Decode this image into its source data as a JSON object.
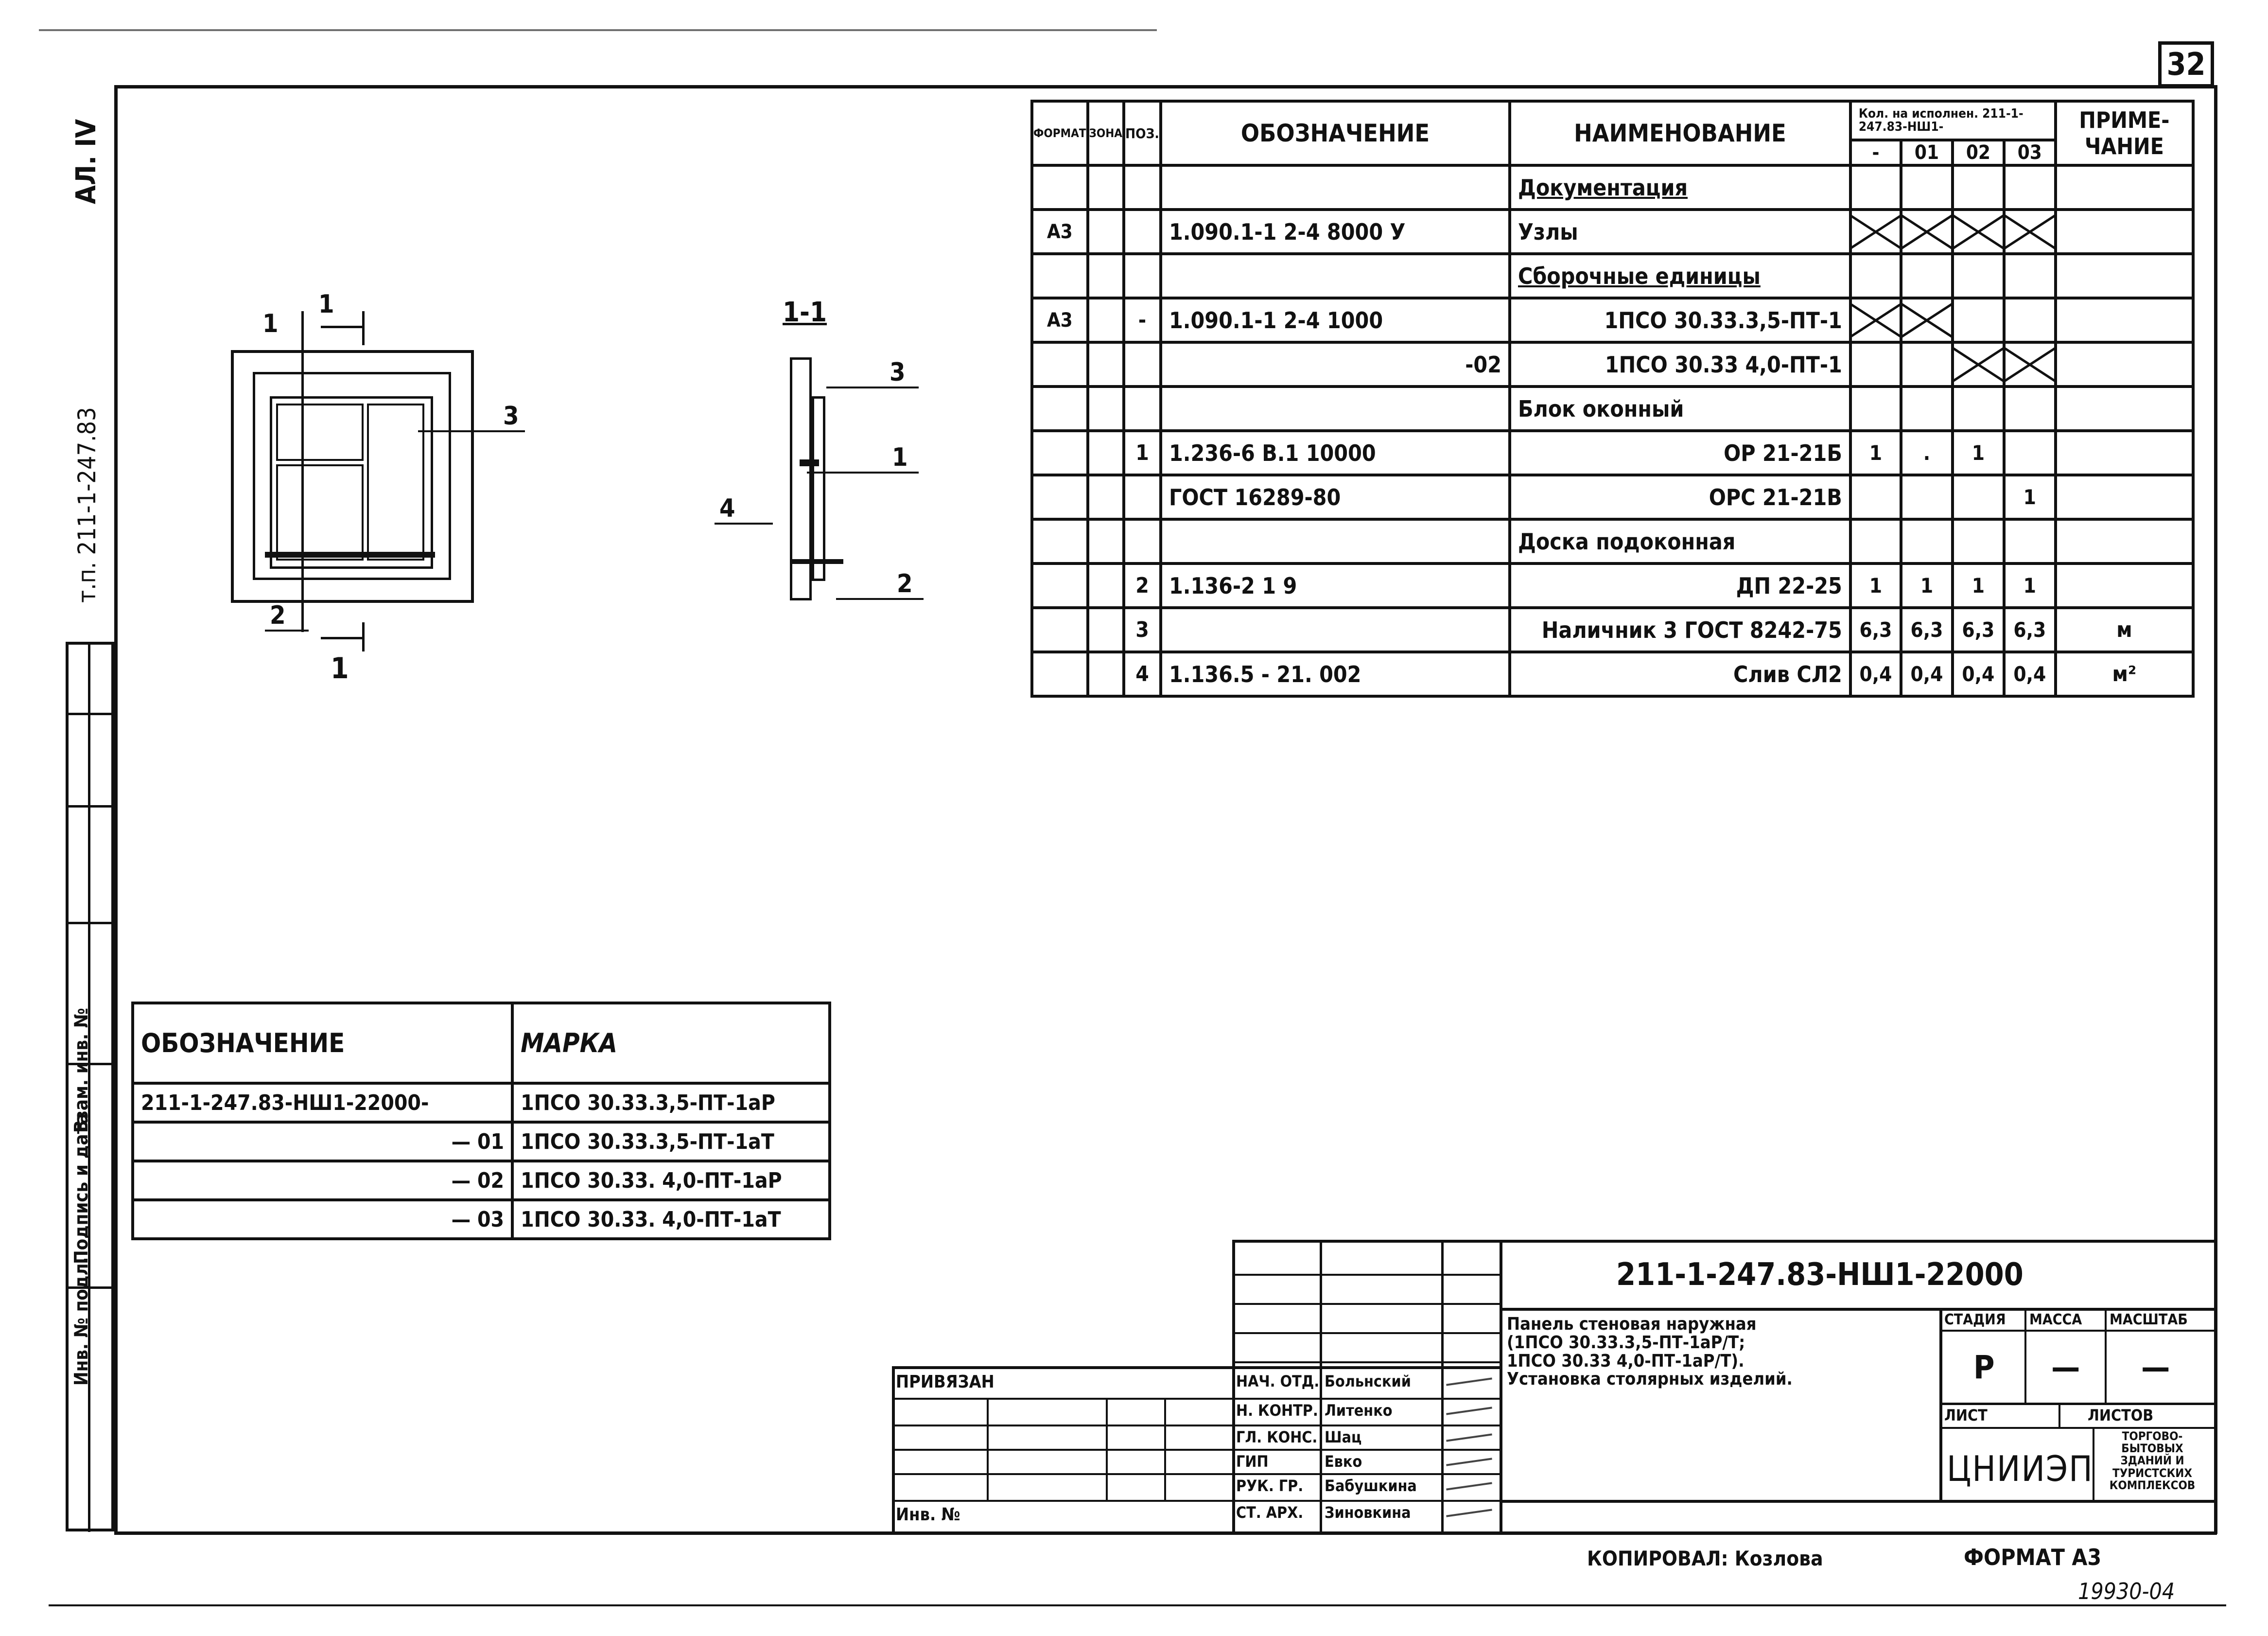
{
  "sheet": {
    "sheet_number": "32",
    "project_code_vertical": "т.п. 211-1-247.83",
    "album_vertical": "АЛ. IV",
    "side_stamp_labels": [
      "Инв. № подл.",
      "Подпись и дата",
      "Взам. инв. №"
    ],
    "copied_by": "КОПИРОВАЛ: Козлова",
    "format": "ФОРМАТ А3",
    "archive_number": "19930-04"
  },
  "drawing": {
    "section_label": "1-1",
    "elevation_marks": [
      "1",
      "1",
      "1",
      "2",
      "3"
    ],
    "section_marks": [
      "3",
      "1",
      "4",
      "2"
    ]
  },
  "spec_table": {
    "headers": {
      "format": "ФОРМАТ",
      "zone": "ЗОНА",
      "pos": "ПОЗ.",
      "designation": "ОБОЗНАЧЕНИЕ",
      "name": "НАИМЕНОВАНИЕ",
      "qty_title": "Кол. на исполнен. 211-1-247.83-НШ1-",
      "qty_cols": [
        "-",
        "01",
        "02",
        "03"
      ],
      "note": "ПРИМЕ-ЧАНИЕ"
    },
    "rows": [
      {
        "format": "",
        "zone": "",
        "pos": "",
        "designation": "",
        "name": "Документация",
        "qty": [
          "",
          "",
          "",
          ""
        ],
        "note": ""
      },
      {
        "format": "А3",
        "zone": "",
        "pos": "",
        "designation": "1.090.1-1 2-4 8000 У",
        "name": "Узлы",
        "qty": [
          "X",
          "X",
          "X",
          "X"
        ],
        "note": ""
      },
      {
        "format": "",
        "zone": "",
        "pos": "",
        "designation": "",
        "name": "Сборочные единицы",
        "qty": [
          "",
          "",
          "",
          ""
        ],
        "note": ""
      },
      {
        "format": "А3",
        "zone": "",
        "pos": "-",
        "designation": "1.090.1-1 2-4 1000",
        "name": "1ПСО 30.33.3,5-ПТ-1",
        "qty": [
          "X",
          "X",
          "",
          ""
        ],
        "note": ""
      },
      {
        "format": "",
        "zone": "",
        "pos": "",
        "designation": "-02",
        "name": "1ПСО 30.33 4,0-ПТ-1",
        "qty": [
          "",
          "",
          "X",
          "X"
        ],
        "note": ""
      },
      {
        "format": "",
        "zone": "",
        "pos": "",
        "designation": "",
        "name": "Блок оконный",
        "qty": [
          "",
          "",
          "",
          ""
        ],
        "note": ""
      },
      {
        "format": "",
        "zone": "",
        "pos": "1",
        "designation": "1.236-6 В.1 10000",
        "name": "ОР 21-21Б",
        "qty": [
          "1",
          ".",
          "1",
          ""
        ],
        "note": ""
      },
      {
        "format": "",
        "zone": "",
        "pos": "",
        "designation": "ГОСТ 16289-80",
        "name": "ОРС 21-21В",
        "qty": [
          "",
          "",
          "",
          "1"
        ],
        "note": ""
      },
      {
        "format": "",
        "zone": "",
        "pos": "",
        "designation": "",
        "name": "Доска подоконная",
        "qty": [
          "",
          "",
          "",
          ""
        ],
        "note": ""
      },
      {
        "format": "",
        "zone": "",
        "pos": "2",
        "designation": "1.136-2 1 9",
        "name": "ДП 22-25",
        "qty": [
          "1",
          "1",
          "1",
          "1"
        ],
        "note": ""
      },
      {
        "format": "",
        "zone": "",
        "pos": "3",
        "designation": "",
        "name": "Наличник 3 ГОСТ 8242-75",
        "qty": [
          "6,3",
          "6,3",
          "6,3",
          "6,3"
        ],
        "note": "м"
      },
      {
        "format": "",
        "zone": "",
        "pos": "4",
        "designation": "1.136.5 - 21. 002",
        "name": "Слив СЛ2",
        "qty": [
          "0,4",
          "0,4",
          "0,4",
          "0,4"
        ],
        "note": "м²"
      }
    ]
  },
  "mark_table": {
    "headers": [
      "ОБОЗНАЧЕНИЕ",
      "МАРКА"
    ],
    "rows": [
      {
        "designation": "211-1-247.83-НШ1-22000-",
        "mark": "1ПСО 30.33.3,5-ПТ-1аР"
      },
      {
        "designation": "— 01",
        "mark": "1ПСО 30.33.3,5-ПТ-1аТ"
      },
      {
        "designation": "— 02",
        "mark": "1ПСО 30.33. 4,0-ПТ-1аР"
      },
      {
        "designation": "— 03",
        "mark": "1ПСО 30.33. 4,0-ПТ-1аТ"
      }
    ]
  },
  "title_block": {
    "doc_code": "211-1-247.83-НШ1-22000",
    "title_lines": [
      "Панель стеновая наружная",
      "(1ПСО 30.33.3,5-ПТ-1аР/Т;",
      "1ПСО 30.33 4,0-ПТ-1аР/Т).",
      "Установка столярных изделий."
    ],
    "stage_label": "СТАДИЯ",
    "mass_label": "МАССА",
    "scale_label": "МАСШТАБ",
    "stage_value": "Р",
    "mass_value": "—",
    "scale_value": "—",
    "sheet_label": "ЛИСТ",
    "sheets_label": "ЛИСТОВ",
    "org_name": "ЦНИИЭП",
    "org_sub": "ТОРГОВО-БЫТОВЫХ ЗДАНИЙ И ТУРИСТСКИХ КОМПЛЕКСОВ",
    "tied_label": "ПРИВЯЗАН",
    "inv_label": "Инв. №",
    "signatures": [
      {
        "role": "НАЧ. ОТД.",
        "name": "Больнский"
      },
      {
        "role": "Н. КОНТР.",
        "name": "Литенко"
      },
      {
        "role": "ГЛ. КОНС.",
        "name": "Шац"
      },
      {
        "role": "ГИП",
        "name": "Евко"
      },
      {
        "role": "РУК. ГР.",
        "name": "Бабушкина"
      },
      {
        "role": "СТ. АРХ.",
        "name": "Зиновкина"
      }
    ]
  }
}
